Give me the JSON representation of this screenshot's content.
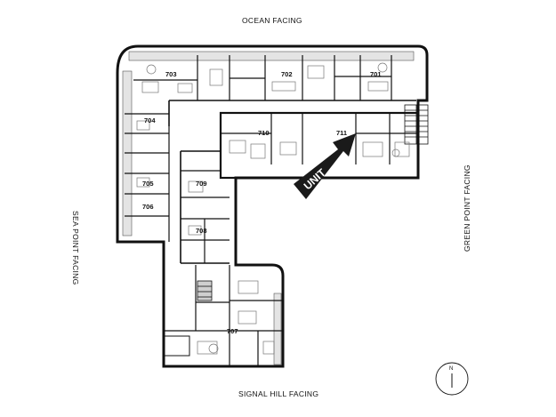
{
  "facing": {
    "top": "OCEAN FACING",
    "bottom": "SIGNAL HILL FACING",
    "left": "SEA POINT FACING",
    "right": "GREEN POINT FACING"
  },
  "units": {
    "u701": "701",
    "u702": "702",
    "u703": "703",
    "u704": "704",
    "u705": "705",
    "u706": "706",
    "u707": "707",
    "u708": "708",
    "u709": "709",
    "u710": "710",
    "u711": "711"
  },
  "highlight": {
    "label": "UNIT",
    "color": "#1a1a1a"
  },
  "compass": {
    "label": "N"
  },
  "colors": {
    "wall": "#111111",
    "balcony": "#cfcfcf",
    "furniture": "#777777",
    "background": "#ffffff"
  }
}
